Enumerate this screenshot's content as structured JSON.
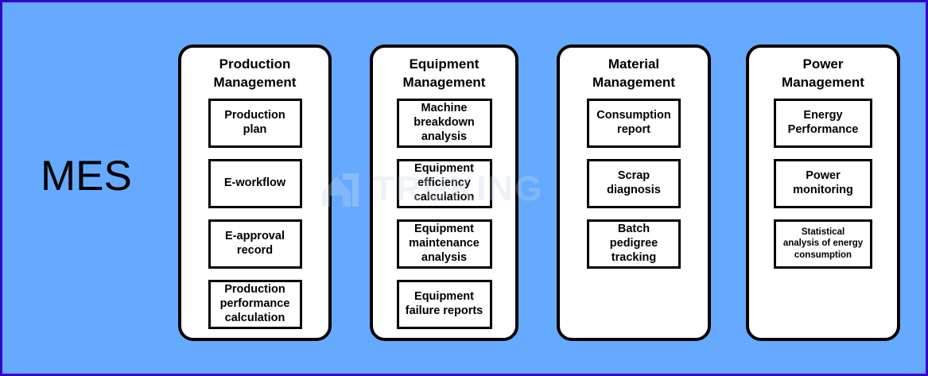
{
  "diagram": {
    "root_label": "MES",
    "background_color": "#66aaff",
    "border_color": "#3300cc",
    "card_fill_color": "#ffffff",
    "card_border_color": "#000000",
    "watermark": {
      "text": "TRUKING",
      "logo_name": "truking-building-logo",
      "color": "#c3d5e8"
    },
    "modules": [
      {
        "title": "Production\nManagement",
        "items": [
          {
            "label": "Production\nplan",
            "size": "normal"
          },
          {
            "label": "E-workflow",
            "size": "normal"
          },
          {
            "label": "E-approval\nrecord",
            "size": "normal"
          },
          {
            "label": "Production\nperformance\ncalculation",
            "size": "normal"
          }
        ]
      },
      {
        "title": "Equipment\nManagement",
        "items": [
          {
            "label": "Machine\nbreakdown\nanalysis",
            "size": "normal"
          },
          {
            "label": "Equipment\nefficiency\ncalculation",
            "size": "normal"
          },
          {
            "label": "Equipment\nmaintenance\nanalysis",
            "size": "normal"
          },
          {
            "label": "Equipment\nfailure reports",
            "size": "normal"
          }
        ]
      },
      {
        "title": "Material\nManagement",
        "items": [
          {
            "label": "Consumption\nreport",
            "size": "normal"
          },
          {
            "label": "Scrap\ndiagnosis",
            "size": "normal"
          },
          {
            "label": "Batch\npedigree\ntracking",
            "size": "normal"
          }
        ]
      },
      {
        "title": "Power\nManagement",
        "items": [
          {
            "label": "Energy\nPerformance",
            "size": "normal"
          },
          {
            "label": "Power\nmonitoring",
            "size": "normal"
          },
          {
            "label": "Statistical\nanalysis of energy\nconsumption",
            "size": "small"
          }
        ]
      }
    ]
  }
}
